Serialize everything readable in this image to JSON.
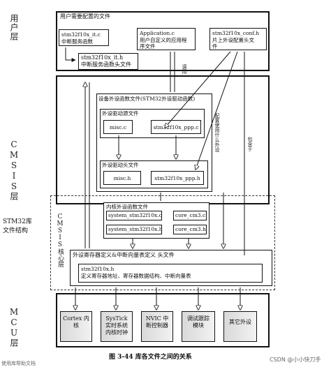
{
  "layers": {
    "user": "用户层",
    "cmsis": "CMSIS层",
    "cmsis_core": "CMSIS核心层",
    "mcu": "MCU层"
  },
  "user_box": {
    "title": "用户需要配置的文件",
    "it_c": [
      "stm32f10x_it.c",
      "中断服务函数"
    ],
    "app_c": [
      "Application.c",
      "用户自定义的应用程",
      "序文件"
    ],
    "conf_h": [
      "stm32f10x_conf.h",
      "片上外设配置头文",
      "件"
    ],
    "it_h": [
      "stm32f10x_it.h",
      "中断服务函数头文件"
    ]
  },
  "annotations": {
    "call": "调用",
    "configure": "配置使用什么外设",
    "include": "包含于"
  },
  "device_peripheral": {
    "title": "设备外设函数文件(STM32外设驱动函数)",
    "source_title": "外设驱动源文件",
    "misc_c": "misc.c",
    "ppp_c": "stm32f10x_ppp.c",
    "header_title": "外设驱动头文件",
    "misc_h": "misc.h",
    "ppp_h": "stm32f10x_ppp.h"
  },
  "side_label": [
    "STM32库",
    "文件结构"
  ],
  "core_peripheral": {
    "title": "内核外设函数文件",
    "system_c": "system_stm32f10x.c",
    "core_cm3_c": "core_cm3.c",
    "system_h": "system_stm32f10x.h",
    "core_cm3_h": "core_cm3.h"
  },
  "register_box": {
    "title": "外设寄存器定义&中断向量表定义 头文件",
    "file": "stm32f10x.h",
    "desc": "定义寄存器地址、寄存器数据结构、中断向量表"
  },
  "mcu_blocks": [
    [
      "Cortex 内",
      "核"
    ],
    [
      "SysTick",
      "实时系统",
      "内核时钟"
    ],
    [
      "NVIC 中",
      "断控制器"
    ],
    [
      "调试跟踪",
      "模块"
    ],
    [
      "其它外设"
    ]
  ],
  "caption": "图 3-44 库各文件之间的关系",
  "watermark": "CSDN @小小快刀手",
  "bottom_left": "使用库帮助文档"
}
